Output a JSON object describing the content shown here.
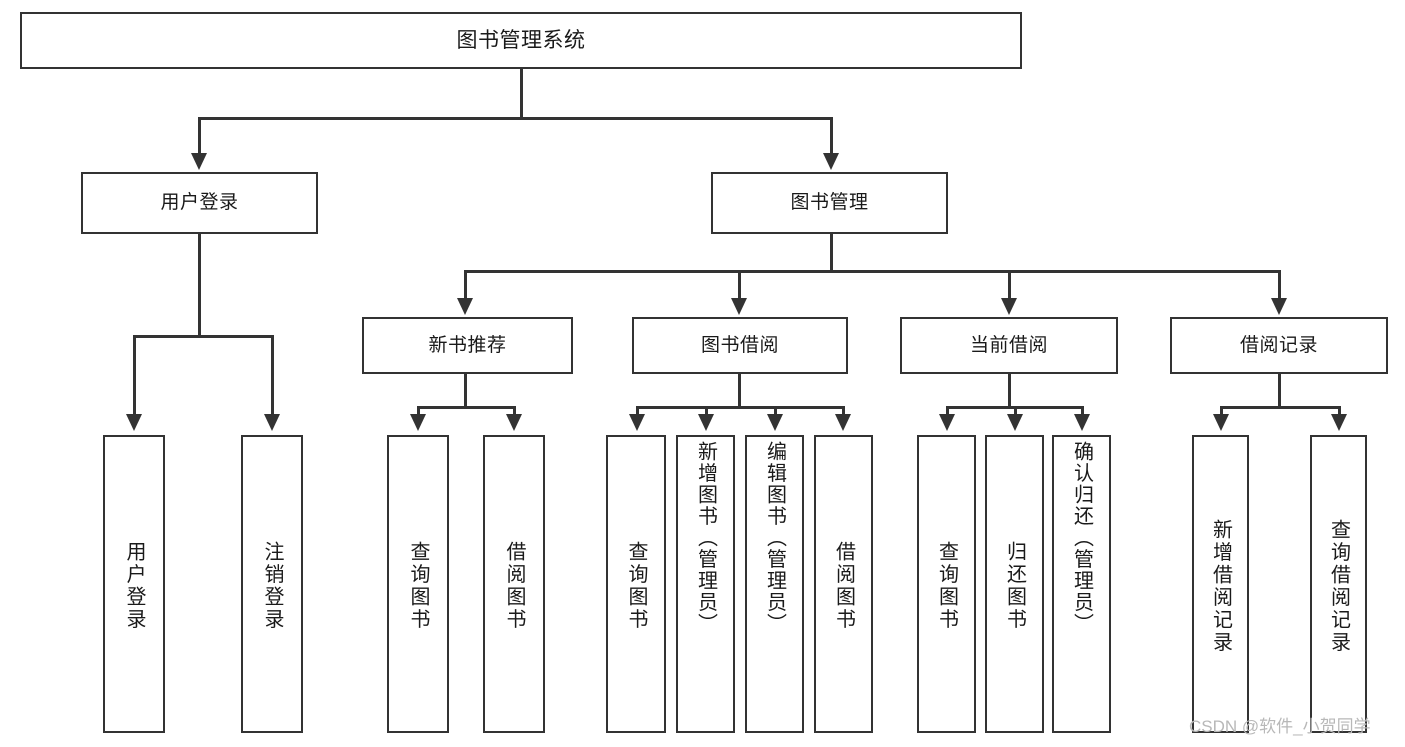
{
  "diagram": {
    "title": "图书管理系统",
    "type": "tree",
    "root": {
      "id": "root",
      "label": "图书管理系统"
    },
    "level2": [
      {
        "id": "user-login",
        "label": "用户登录"
      },
      {
        "id": "book-management",
        "label": "图书管理"
      }
    ],
    "level3": [
      {
        "id": "new-book-recommend",
        "label": "新书推荐"
      },
      {
        "id": "book-borrow",
        "label": "图书借阅"
      },
      {
        "id": "current-borrow",
        "label": "当前借阅"
      },
      {
        "id": "borrow-record",
        "label": "借阅记录"
      }
    ],
    "leaves": {
      "user_login": [
        {
          "id": "leaf-user-login",
          "label": "用户登录"
        },
        {
          "id": "leaf-logout-login",
          "label": "注销登录"
        }
      ],
      "new_book_recommend": [
        {
          "id": "leaf-query-book-1",
          "label": "查询图书"
        },
        {
          "id": "leaf-borrow-book-1",
          "label": "借阅图书"
        }
      ],
      "book_borrow": [
        {
          "id": "leaf-query-book-2",
          "label": "查询图书"
        },
        {
          "id": "leaf-add-book",
          "label": "新增图书（管理员）"
        },
        {
          "id": "leaf-edit-book",
          "label": "编辑图书（管理员）"
        },
        {
          "id": "leaf-borrow-book-2",
          "label": "借阅图书"
        }
      ],
      "current_borrow": [
        {
          "id": "leaf-query-book-3",
          "label": "查询图书"
        },
        {
          "id": "leaf-return-book",
          "label": "归还图书"
        },
        {
          "id": "leaf-confirm-return",
          "label": "确认归还（管理员）"
        }
      ],
      "borrow_record": [
        {
          "id": "leaf-add-record",
          "label": "新增借阅记录"
        },
        {
          "id": "leaf-query-record",
          "label": "查询借阅记录"
        }
      ]
    }
  },
  "watermark": {
    "text": "CSDN @软件_小贺同学"
  },
  "colors": {
    "stroke": "#333333",
    "background": "#ffffff",
    "text": "#1a1a1a",
    "watermark": "#b8b8b8"
  }
}
